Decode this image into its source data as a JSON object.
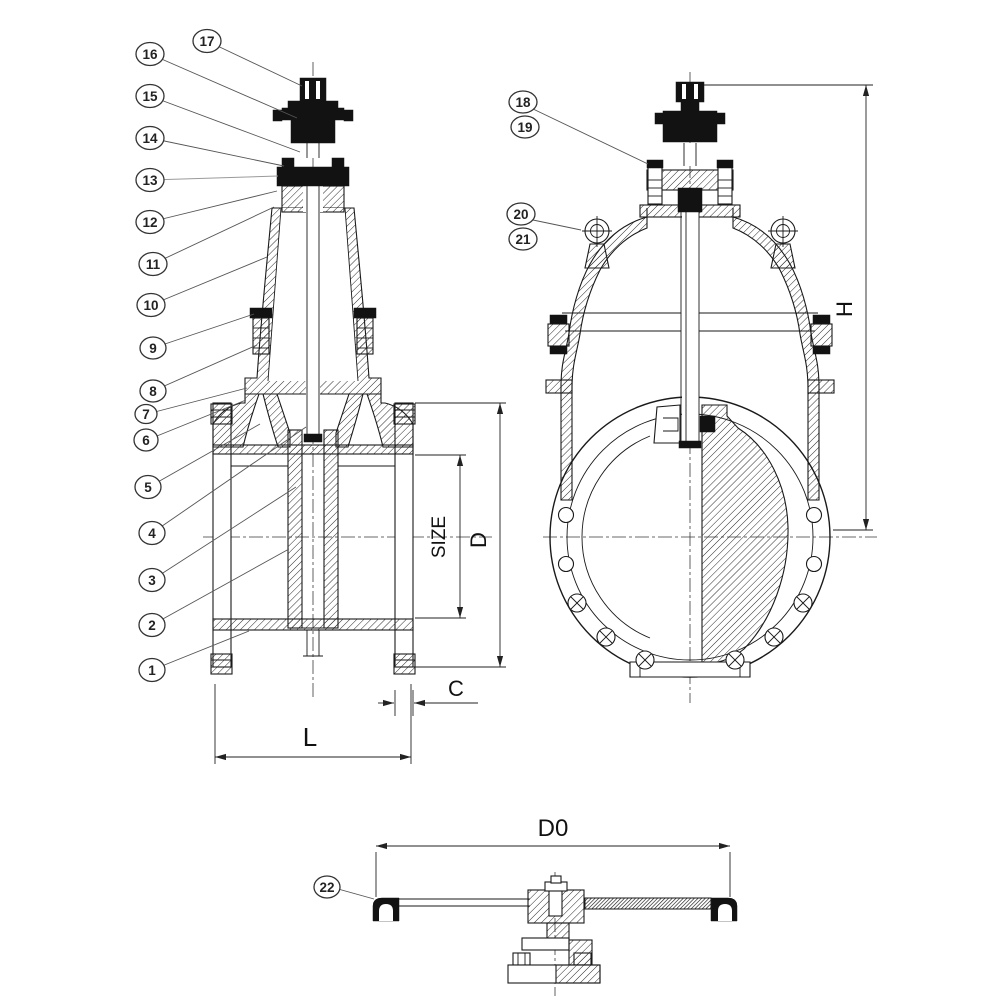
{
  "figure": {
    "type": "technical-drawing",
    "subject": "Gate valve sectional assembly drawing with numbered parts",
    "callouts": [
      "1",
      "2",
      "3",
      "4",
      "5",
      "6",
      "7",
      "8",
      "9",
      "10",
      "11",
      "12",
      "13",
      "14",
      "15",
      "16",
      "17",
      "18",
      "19",
      "20",
      "21",
      "22"
    ],
    "dimensions": {
      "size": "SIZE",
      "d": "D",
      "c": "C",
      "l": "L",
      "h": "H",
      "d0": "D0"
    },
    "colors": {
      "line": "#1a1a1a",
      "background": "#ffffff",
      "leader": "#555555"
    }
  }
}
